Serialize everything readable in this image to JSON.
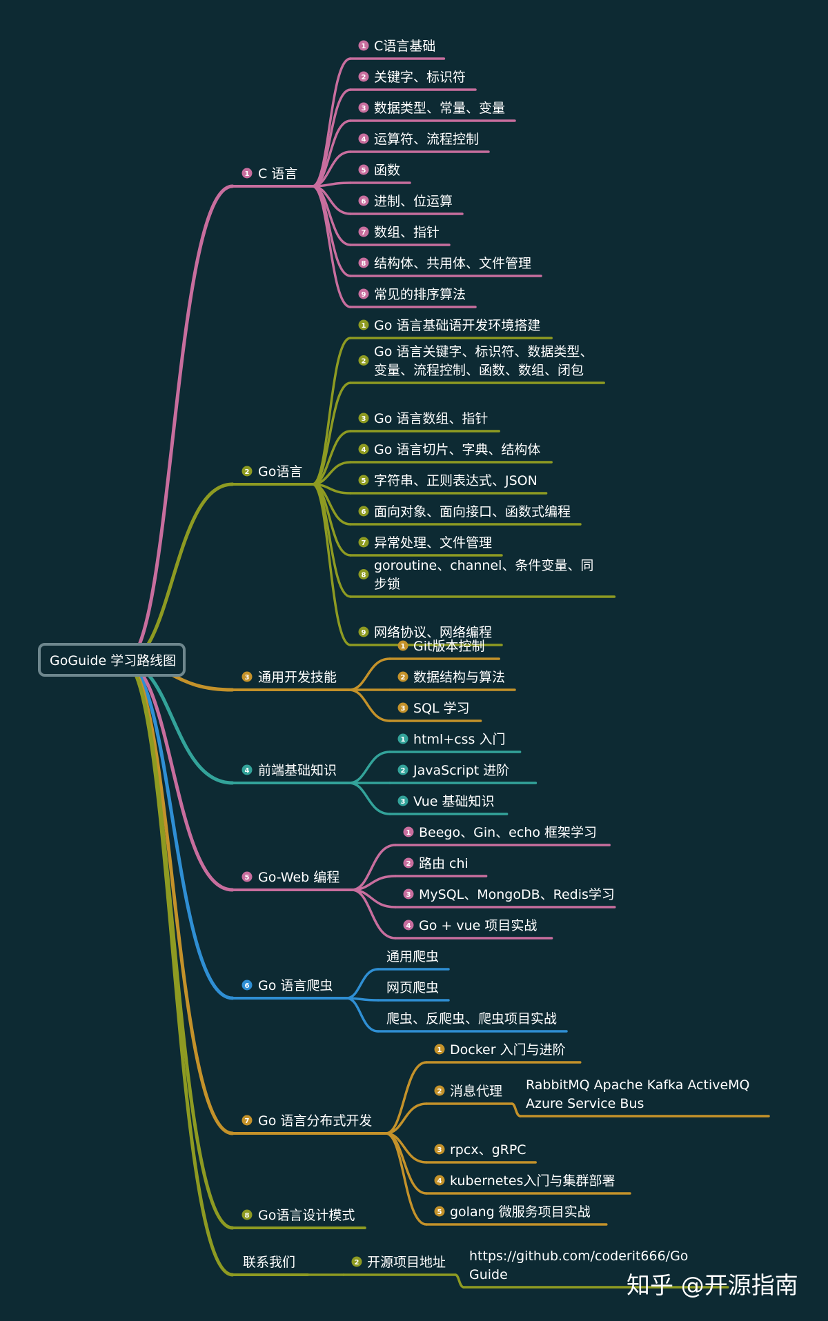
{
  "root": {
    "label": "GoGuide 学习路线图"
  },
  "colors": {
    "background": "#0d2a33",
    "pink": "#c86e9e",
    "olive": "#8e9b22",
    "gold": "#c4922a",
    "teal": "#33a39a",
    "blue": "#2f8fd4",
    "root_border": "#6e878e",
    "text": "#ffffff"
  },
  "branches": [
    {
      "badge": "1",
      "label": "C 语言",
      "color": "pink",
      "children": [
        {
          "badge": "1",
          "lines": [
            "C语言基础"
          ]
        },
        {
          "badge": "2",
          "lines": [
            "关键字、标识符"
          ]
        },
        {
          "badge": "3",
          "lines": [
            "数据类型、常量、变量"
          ]
        },
        {
          "badge": "4",
          "lines": [
            "运算符、流程控制"
          ]
        },
        {
          "badge": "5",
          "lines": [
            "函数"
          ]
        },
        {
          "badge": "6",
          "lines": [
            "进制、位运算"
          ]
        },
        {
          "badge": "7",
          "lines": [
            "数组、指针"
          ]
        },
        {
          "badge": "8",
          "lines": [
            "结构体、共用体、文件管理"
          ]
        },
        {
          "badge": "9",
          "lines": [
            "常见的排序算法"
          ]
        }
      ]
    },
    {
      "badge": "2",
      "label": "Go语言",
      "color": "olive",
      "children": [
        {
          "badge": "1",
          "lines": [
            "Go 语言基础语开发环境搭建"
          ]
        },
        {
          "badge": "2",
          "lines": [
            "Go 语言关键字、标识符、数据类型、",
            "变量、流程控制、函数、数组、闭包"
          ]
        },
        {
          "badge": "3",
          "lines": [
            "Go 语言数组、指针"
          ]
        },
        {
          "badge": "4",
          "lines": [
            "Go 语言切片、字典、结构体"
          ]
        },
        {
          "badge": "5",
          "lines": [
            "字符串、正则表达式、JSON"
          ]
        },
        {
          "badge": "6",
          "lines": [
            "面向对象、面向接口、函数式编程"
          ]
        },
        {
          "badge": "7",
          "lines": [
            "异常处理、文件管理"
          ]
        },
        {
          "badge": "8",
          "lines": [
            "goroutine、channel、条件变量、同",
            "步锁"
          ]
        },
        {
          "badge": "9",
          "lines": [
            "网络协议、网络编程"
          ]
        }
      ]
    },
    {
      "badge": "3",
      "label": "通用开发技能",
      "color": "gold",
      "children": [
        {
          "badge": "1",
          "lines": [
            "Git版本控制"
          ]
        },
        {
          "badge": "2",
          "lines": [
            "数据结构与算法"
          ]
        },
        {
          "badge": "3",
          "lines": [
            "SQL 学习"
          ]
        }
      ]
    },
    {
      "badge": "4",
      "label": "前端基础知识",
      "color": "teal",
      "children": [
        {
          "badge": "1",
          "lines": [
            "html+css 入门"
          ]
        },
        {
          "badge": "2",
          "lines": [
            "JavaScript 进阶"
          ]
        },
        {
          "badge": "3",
          "lines": [
            "Vue 基础知识"
          ]
        }
      ]
    },
    {
      "badge": "5",
      "label": "Go-Web 编程",
      "color": "pink",
      "children": [
        {
          "badge": "1",
          "lines": [
            "Beego、Gin、echo 框架学习"
          ]
        },
        {
          "badge": "2",
          "lines": [
            "路由 chi"
          ]
        },
        {
          "badge": "3",
          "lines": [
            "MySQL、MongoDB、Redis学习"
          ]
        },
        {
          "badge": "4",
          "lines": [
            "Go + vue 项目实战"
          ]
        }
      ]
    },
    {
      "badge": "6",
      "label": "Go 语言爬虫",
      "color": "blue",
      "children": [
        {
          "badge": "",
          "lines": [
            "通用爬虫"
          ]
        },
        {
          "badge": "",
          "lines": [
            "网页爬虫"
          ]
        },
        {
          "badge": "",
          "lines": [
            "爬虫、反爬虫、爬虫项目实战"
          ]
        }
      ]
    },
    {
      "badge": "7",
      "label": "Go 语言分布式开发",
      "color": "gold",
      "children": [
        {
          "badge": "1",
          "lines": [
            "Docker 入门与进阶"
          ]
        },
        {
          "badge": "2",
          "lines": [
            "消息代理"
          ],
          "leaf": [
            "RabbitMQ Apache Kafka ActiveMQ",
            "Azure Service Bus"
          ]
        },
        {
          "badge": "3",
          "lines": [
            "rpcx、gRPC"
          ]
        },
        {
          "badge": "4",
          "lines": [
            "kubernetes入门与集群部署"
          ]
        },
        {
          "badge": "5",
          "lines": [
            "golang 微服务项目实战"
          ]
        }
      ]
    },
    {
      "badge": "8",
      "label": "Go语言设计模式",
      "color": "olive",
      "children": []
    },
    {
      "badge": "",
      "label": "联系我们",
      "color": "olive",
      "children": [
        {
          "badge": "2",
          "lines": [
            "开源项目地址"
          ],
          "leaf": [
            "https://github.com/coderit666/Go",
            "Guide"
          ]
        }
      ]
    }
  ],
  "watermark": "知乎 @开源指南"
}
